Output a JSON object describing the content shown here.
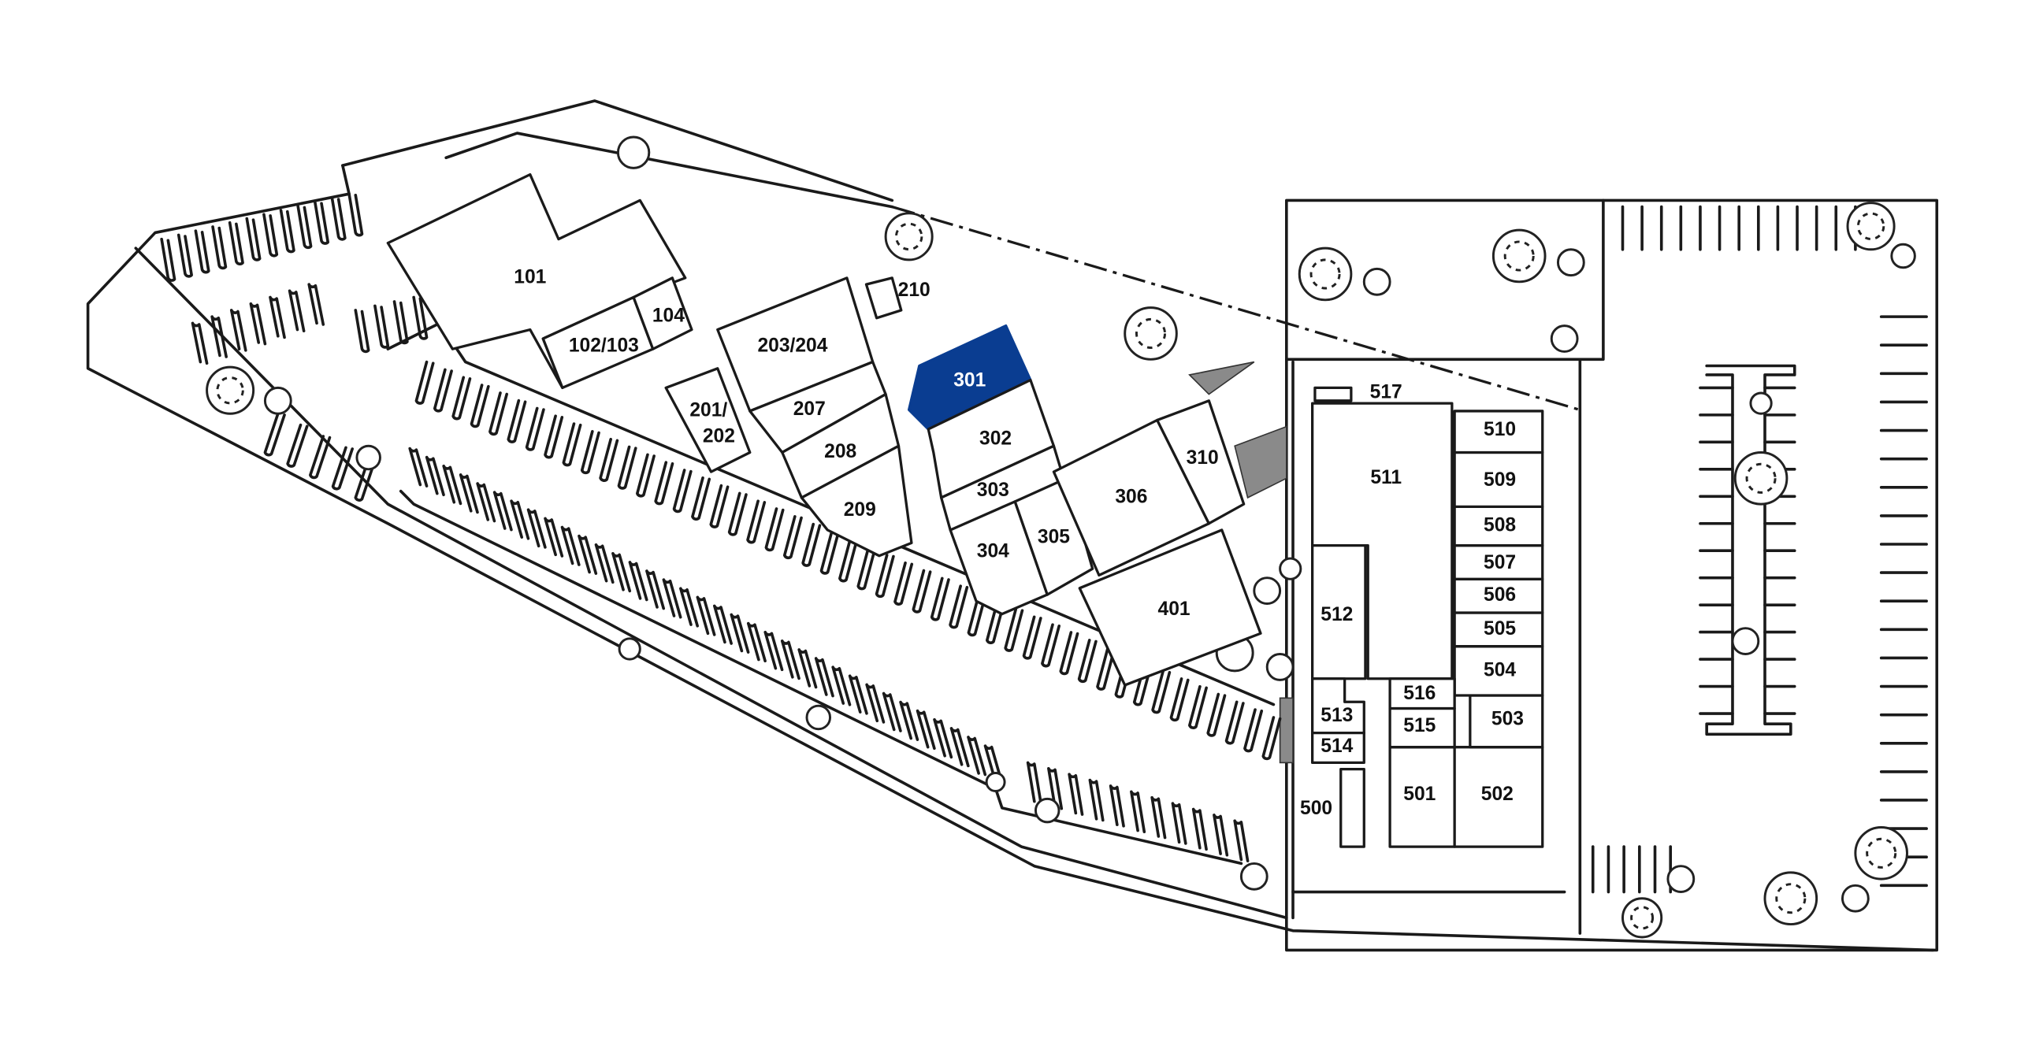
{
  "map": {
    "title": "Site Plan",
    "highlight_color": "#0a3d91",
    "selected_unit": "301",
    "units": [
      {
        "id": "101"
      },
      {
        "id": "102/103"
      },
      {
        "id": "104"
      },
      {
        "id": "201/202",
        "lines": [
          "201/",
          "202"
        ]
      },
      {
        "id": "203/204"
      },
      {
        "id": "207"
      },
      {
        "id": "208"
      },
      {
        "id": "209"
      },
      {
        "id": "210"
      },
      {
        "id": "301"
      },
      {
        "id": "302"
      },
      {
        "id": "303"
      },
      {
        "id": "304"
      },
      {
        "id": "305"
      },
      {
        "id": "306"
      },
      {
        "id": "310"
      },
      {
        "id": "401"
      },
      {
        "id": "500"
      },
      {
        "id": "501"
      },
      {
        "id": "502"
      },
      {
        "id": "503"
      },
      {
        "id": "504"
      },
      {
        "id": "505"
      },
      {
        "id": "506"
      },
      {
        "id": "507"
      },
      {
        "id": "508"
      },
      {
        "id": "509"
      },
      {
        "id": "510"
      },
      {
        "id": "511"
      },
      {
        "id": "512"
      },
      {
        "id": "513"
      },
      {
        "id": "514"
      },
      {
        "id": "515"
      },
      {
        "id": "516"
      },
      {
        "id": "517"
      }
    ]
  }
}
